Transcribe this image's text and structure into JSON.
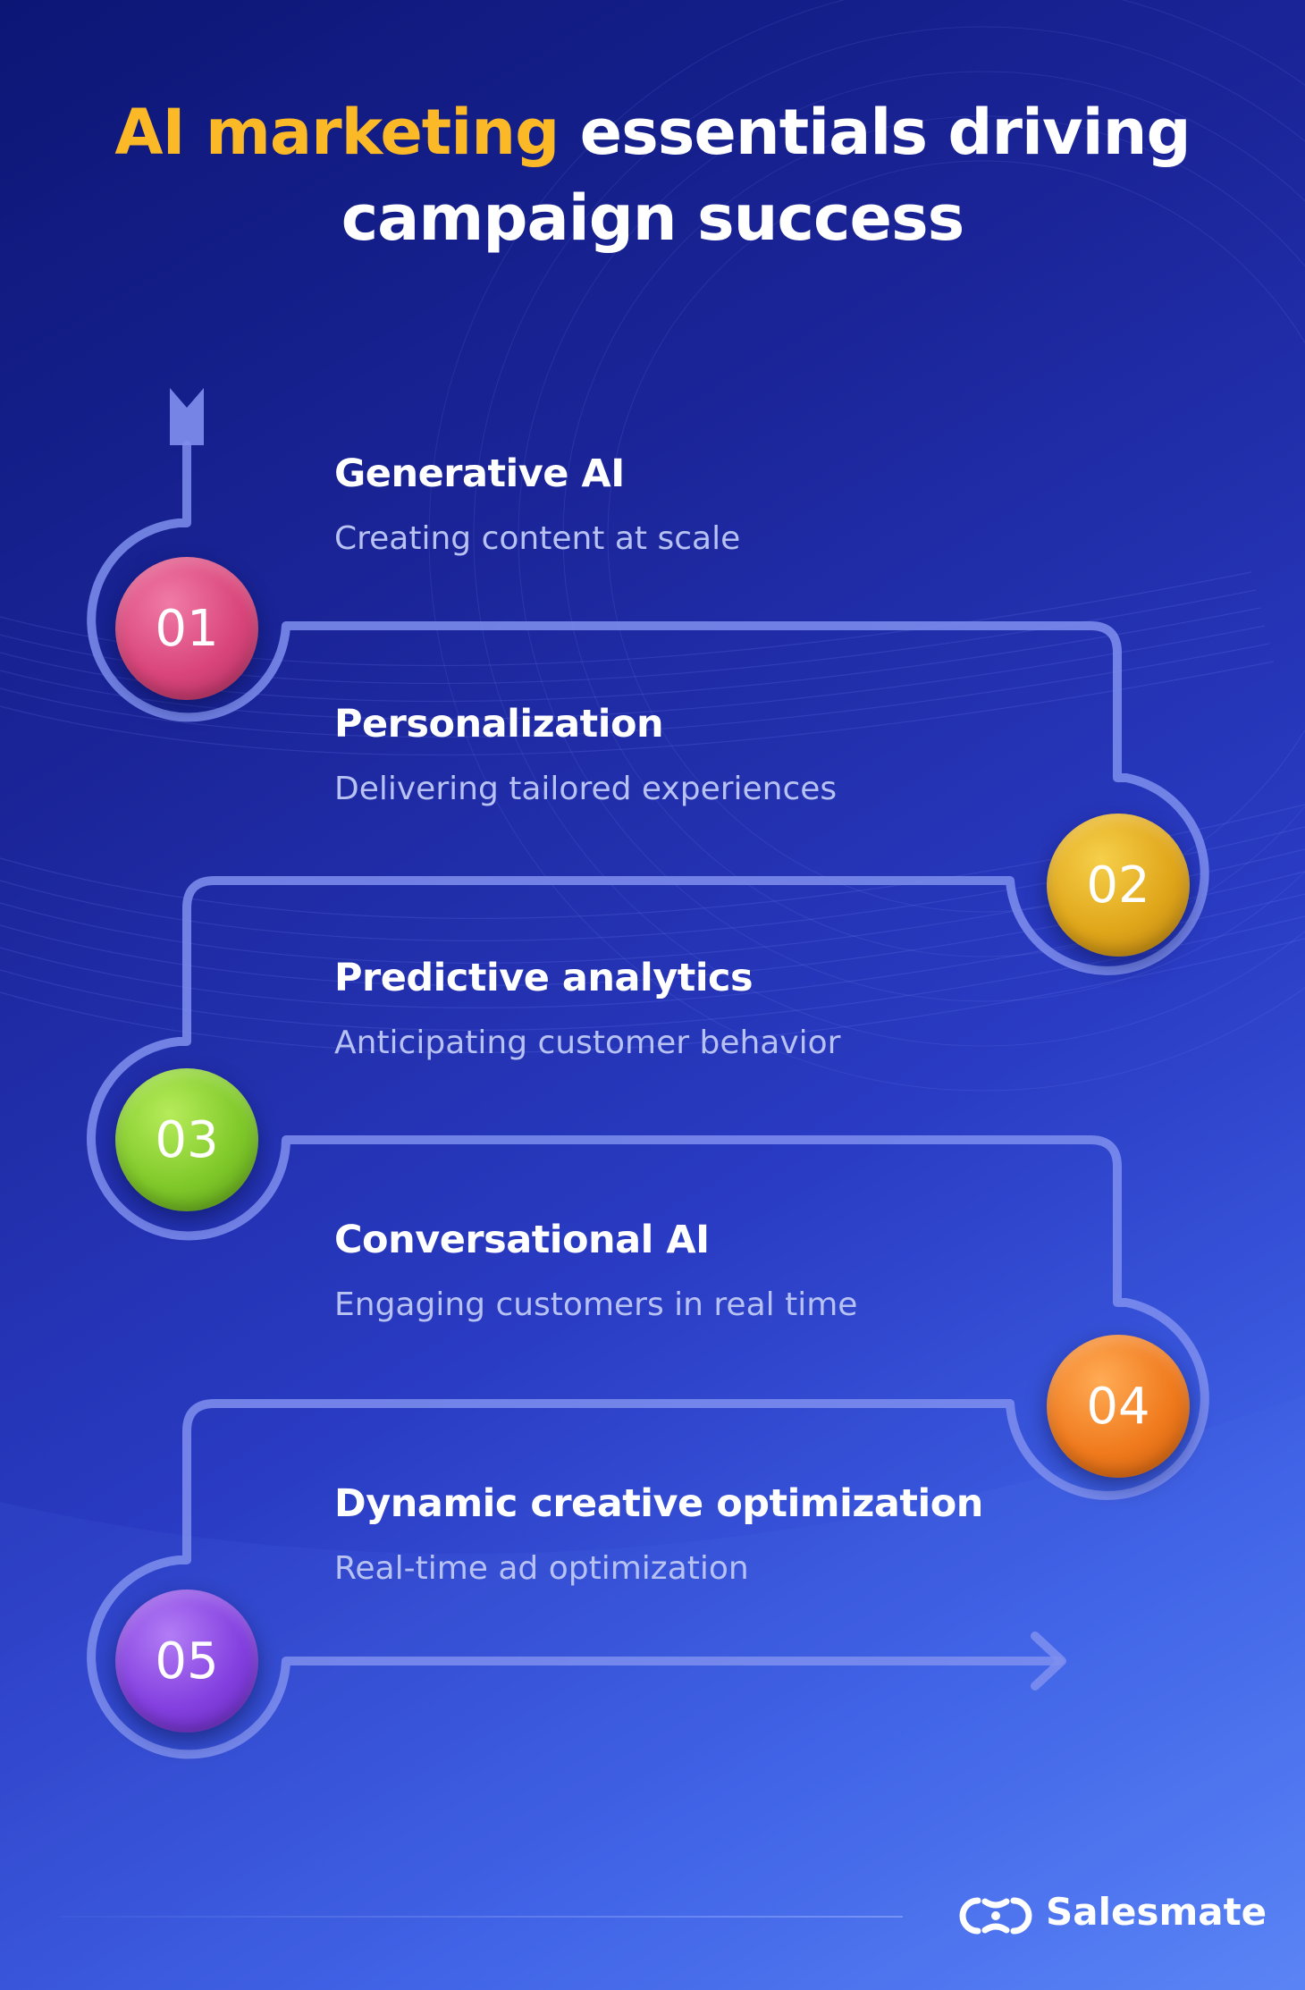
{
  "title": {
    "highlight": "AI marketing",
    "line1_rest": " essentials driving",
    "line2": "campaign success"
  },
  "steps": [
    {
      "number": "01",
      "heading": "Generative AI",
      "description": "Creating content at scale",
      "color": "#d9457a"
    },
    {
      "number": "02",
      "heading": "Personalization",
      "description": "Delivering tailored experiences",
      "color": "#e0a61a"
    },
    {
      "number": "03",
      "heading": "Predictive analytics",
      "description": "Anticipating customer behavior",
      "color": "#80c92a"
    },
    {
      "number": "04",
      "heading": "Conversational AI",
      "description": "Engaging customers in real time",
      "color": "#f07a1d"
    },
    {
      "number": "05",
      "heading": "Dynamic creative optimization",
      "description": "Real-time ad optimization",
      "color": "#8440e0"
    }
  ],
  "brand": {
    "name": "Salesmate",
    "logo_icon": "salesmate-logo-icon"
  },
  "colors": {
    "accent": "#fbb928",
    "path": "#8d9cf2"
  }
}
